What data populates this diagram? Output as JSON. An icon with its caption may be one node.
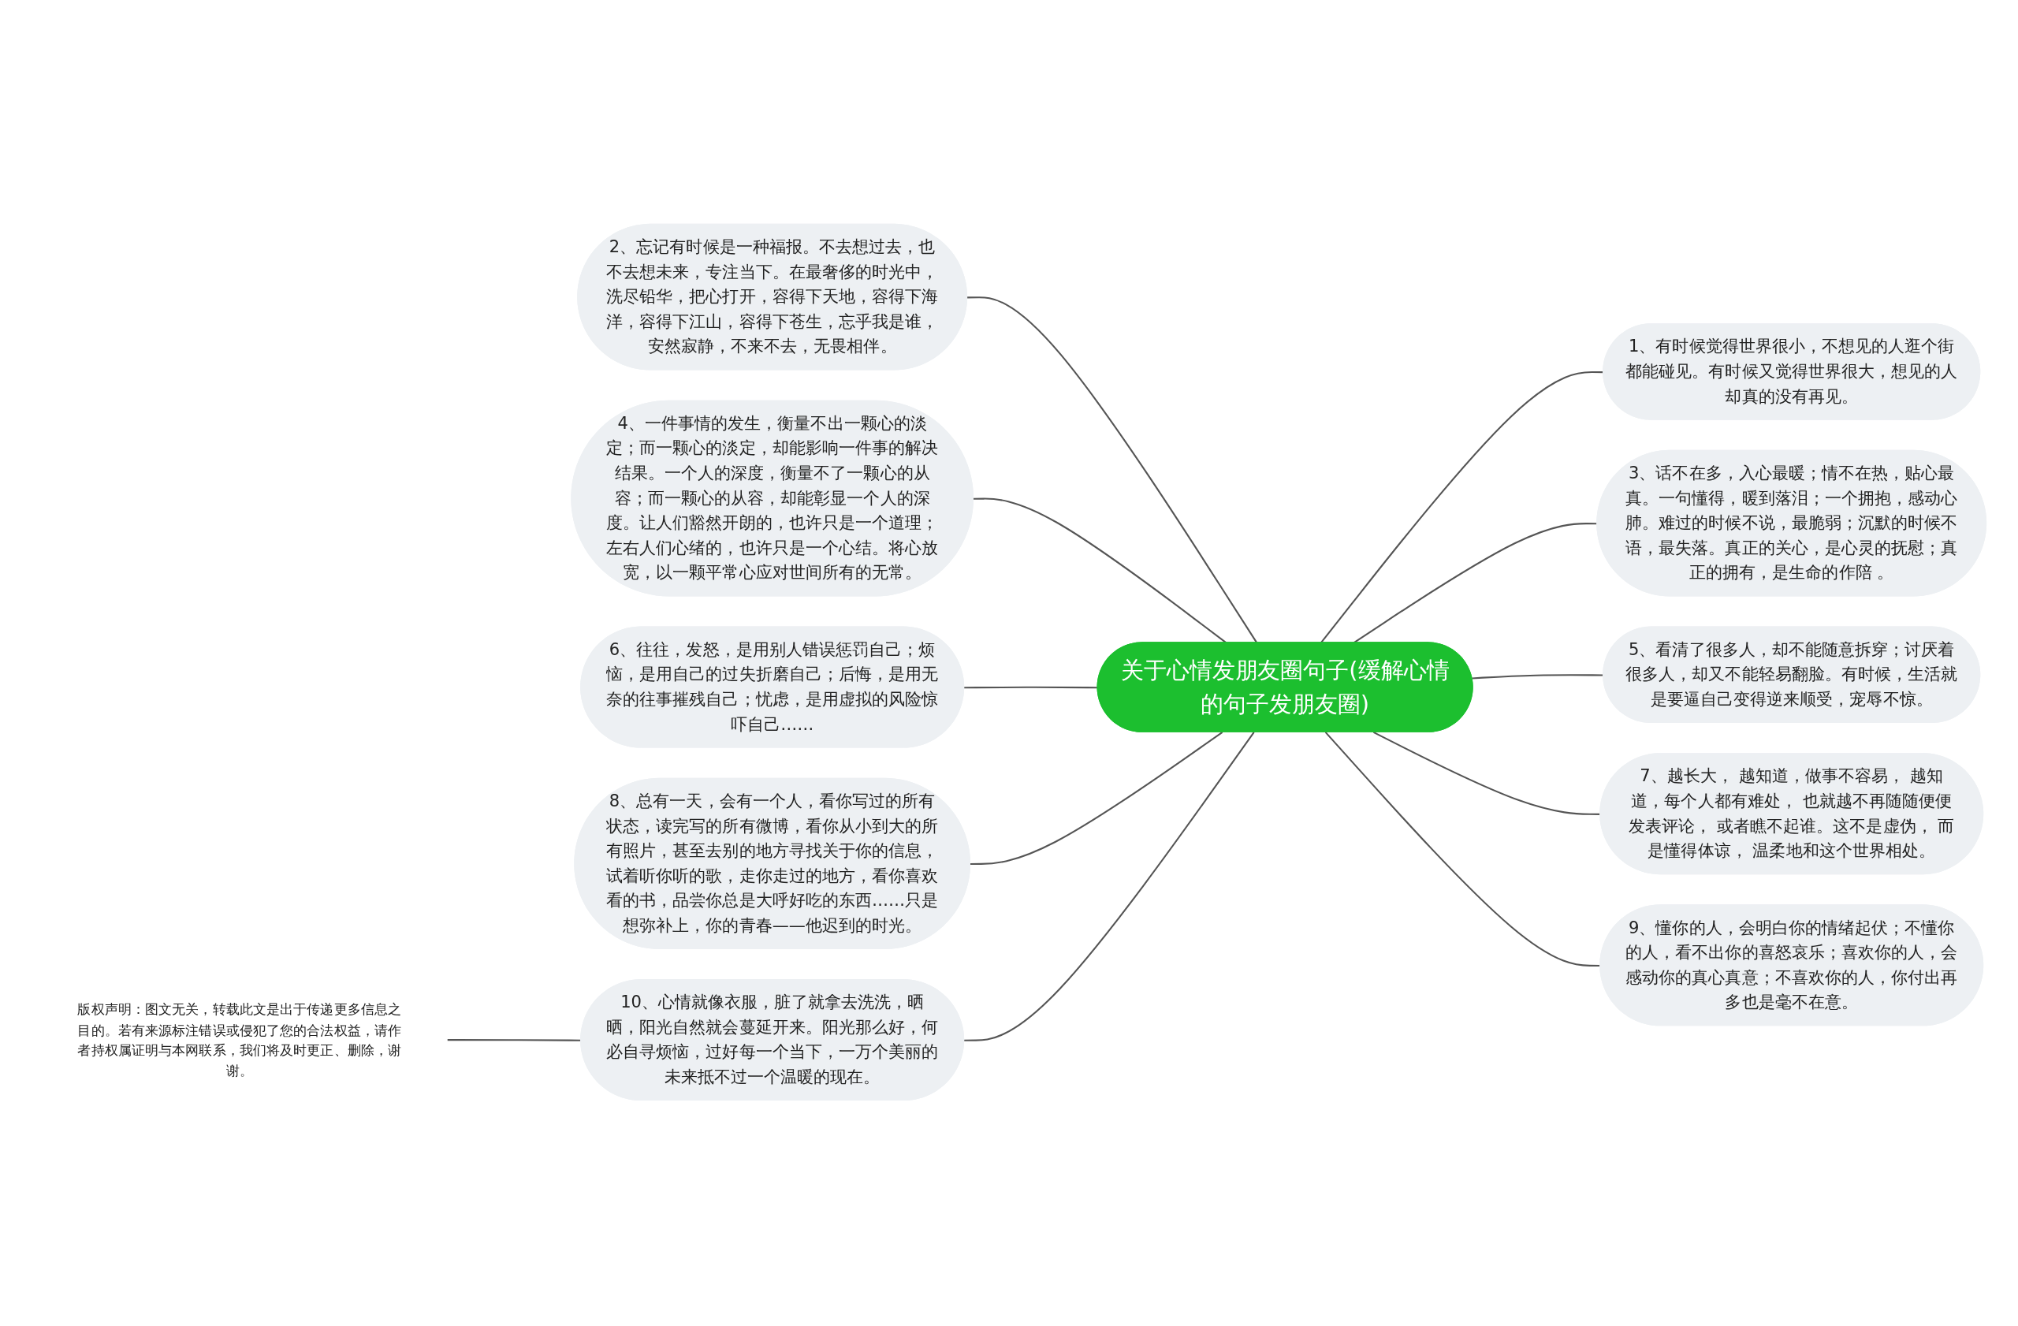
{
  "diagram": {
    "nodes": [
      {
        "text": [
          "关于心情发朋友圈句子(缓解心情的句子发朋友圈)"
        ]
      },
      {
        "text": [
          "1、有时候觉得世界很小，不想见的人逛个街都能碰见。有时候又觉得世界很大，想见的人却真的没有再见。"
        ]
      },
      {
        "text": [
          "2、忘记有时候是一种福报。不去想过去，也不去想未来，专注当下。在最奢侈的时光中，洗尽铅华，把心打开，容得下天地，容得下海洋，容得下江山，容得下苍生，忘乎我是谁，安然寂静，不来不去，无畏相伴。"
        ]
      },
      {
        "text": [
          "3、话不在多，入心最暖；情不在热，贴心最真。一句懂得，暖到落泪；一个拥抱，感动心肺。难过的时候不说，最脆弱；沉默的时候不语，最失落。真正的关心，是心灵的抚慰；真正的拥有，是生命的作陪 。"
        ]
      },
      {
        "text": [
          "4、一件事情的发生，衡量不出一颗心的淡定；而一颗心的淡定，却能影响一件事的解决结果。一个人的深度，衡量不了一颗心的从容；而一颗心的从容，却能彰显一个人的深度。让人们豁然开朗的，也许只是一个道理；左右人们心绪的，也许只是一个心结。将心放宽，以一颗平常心应对世间所有的无常。"
        ]
      },
      {
        "text": [
          "5、看清了很多人，却不能随意拆穿；讨厌着很多人，却又不能轻易翻脸。有时候，生活就是要逼自己变得逆来顺受，宠辱不惊。"
        ]
      },
      {
        "text": [
          "6、往往，发怒，是用别人错误惩罚自己；烦恼，是用自己的过失折磨自己；后悔，是用无奈的往事摧残自己；忧虑，是用虚拟的风险惊吓自己……"
        ]
      },
      {
        "text": [
          "7、越长大， 越知道，做事不容易， 越知道，每个人都有难处， 也就越不再随随便便发表评论， 或者瞧不起谁。这不是虚伪， 而是懂得体谅， 温柔地和这个世界相处。"
        ]
      },
      {
        "text": [
          "8、总有一天，会有一个人，看你写过的所有状态，读完写的所有微博，看你从小到大的所有照片，甚至去别的地方寻找关于你的信息，试着听你听的歌，走你走过的地方，看你喜欢看的书，品尝你总是大呼好吃的东西……只是想弥补上，你的青春——他迟到的时光。"
        ]
      },
      {
        "text": [
          "9、懂你的人，会明白你的情绪起伏；不懂你的人，看不出你的喜怒哀乐；喜欢你的人，会感动你的真心真意；不喜欢你的人，你付出再多也是毫不在意。"
        ]
      },
      {
        "text": [
          "10、心情就像衣服，脏了就拿去洗洗，晒晒，阳光自然就会蔓延开来。阳光那么好，何必自寻烦恼，过好每一个当下，一万个美丽的未来抵不过一个温暖的现在。"
        ]
      },
      {
        "text": [
          "版权声明：图文无关，转载此文是出于传递更多信息之目的。若有来源标注错误或侵犯了您的合法权益，请作者持权属证明与本网联系，我们将及时更正、删除，谢谢。"
        ]
      }
    ],
    "edges": [
      {
        "from": 0,
        "to": 1,
        "arrow": "none"
      },
      {
        "from": 2,
        "to": 0,
        "arrow": "none"
      },
      {
        "from": 0,
        "to": 3,
        "arrow": "none"
      },
      {
        "from": 4,
        "to": 0,
        "arrow": "none"
      },
      {
        "from": 0,
        "to": 5,
        "arrow": "none"
      },
      {
        "from": 6,
        "to": 0,
        "arrow": "none"
      },
      {
        "from": 0,
        "to": 7,
        "arrow": "none"
      },
      {
        "from": 8,
        "to": 0,
        "arrow": "none"
      },
      {
        "from": 0,
        "to": 9,
        "arrow": "none"
      },
      {
        "from": 10,
        "to": 0,
        "arrow": "none"
      },
      {
        "from": 11,
        "to": 10,
        "arrow": "none"
      }
    ]
  }
}
